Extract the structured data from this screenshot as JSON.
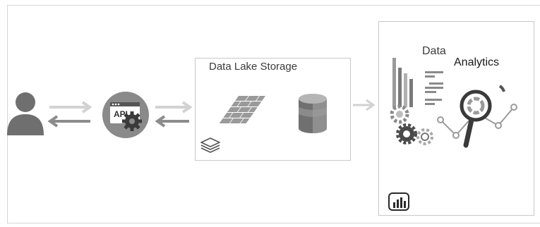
{
  "diagram": {
    "storage": {
      "title": "Data Lake Storage"
    },
    "analytics": {
      "title_line1": "Data",
      "title_line2": "Analytics"
    },
    "api": {
      "label": "API"
    }
  },
  "icons": {
    "user": "user-icon",
    "api": "api-gear-icon",
    "blob": "blob-storage-icon",
    "database": "database-cylinder-icon",
    "layers": "layers-icon",
    "powerbi": "power-bi-icon"
  },
  "colors": {
    "dark_gray": "#6f6f6f",
    "mid_gray": "#8c8c8c",
    "light_gray": "#d2d2d2",
    "border": "#c8c8c8"
  }
}
